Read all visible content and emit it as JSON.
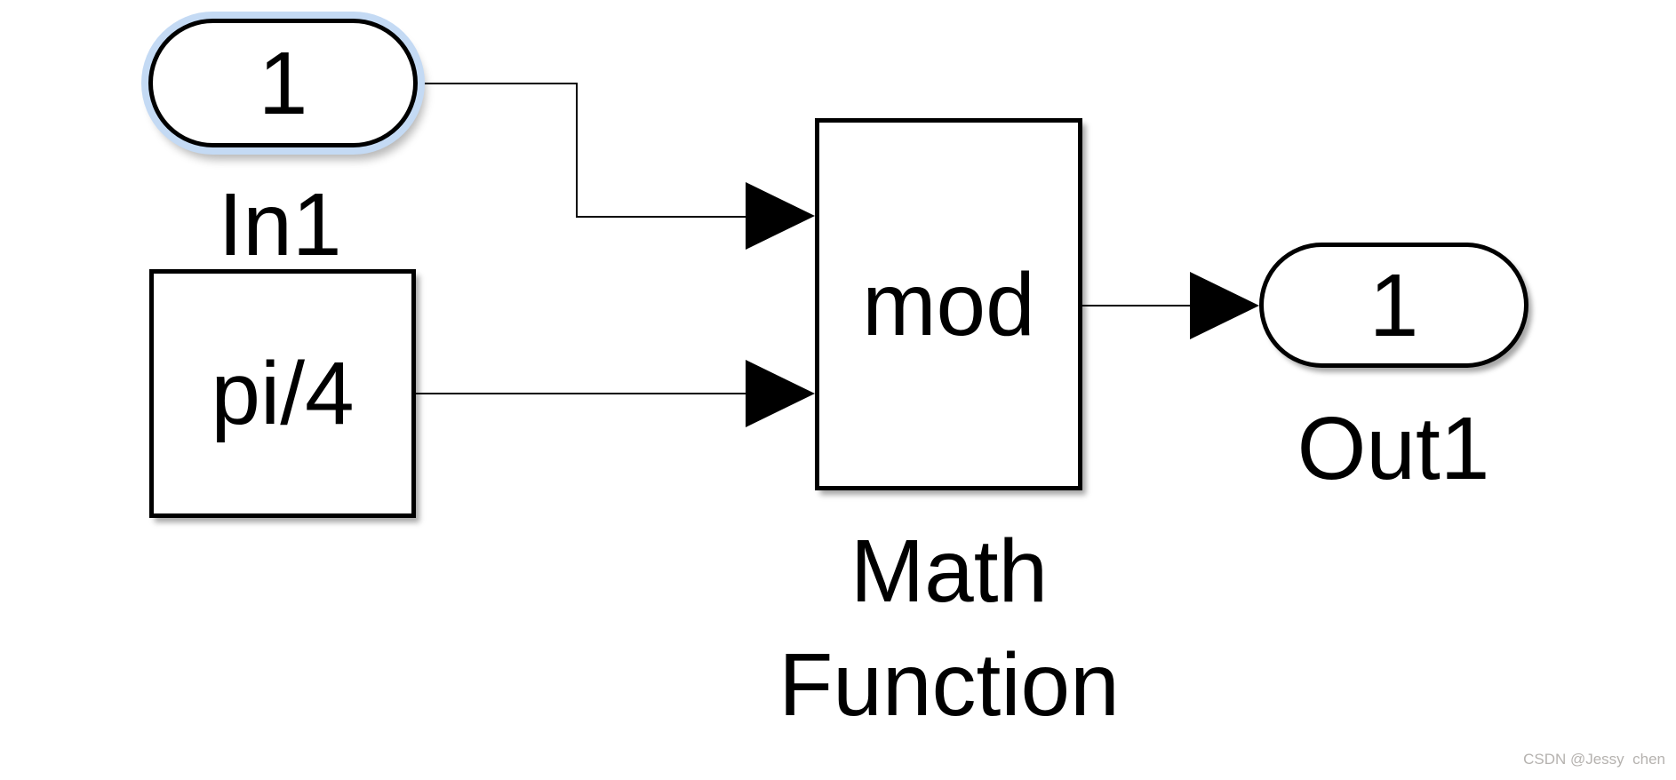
{
  "diagram": {
    "inport": {
      "port": "1",
      "name": "In1"
    },
    "constant": {
      "value": "pi/4"
    },
    "math_function": {
      "display": "mod",
      "name_line1": "Math",
      "name_line2": "Function"
    },
    "outport": {
      "port": "1",
      "name": "Out1"
    }
  },
  "colors": {
    "selection_halo": "#c4daf4",
    "block_border": "#000000",
    "signal_line": "#000000",
    "background": "#ffffff",
    "watermark_text": "#b5b2af"
  },
  "watermark": {
    "text": "CSDN @Jessy  chen"
  }
}
